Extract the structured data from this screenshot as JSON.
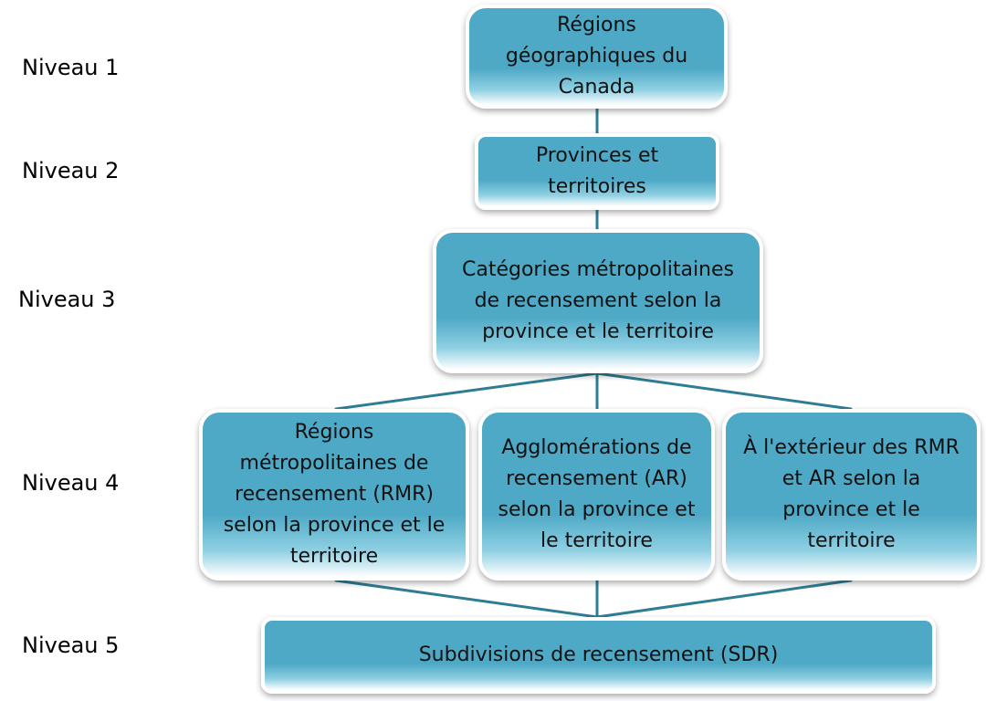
{
  "levels": [
    {
      "label": "Niveau 1"
    },
    {
      "label": "Niveau 2"
    },
    {
      "label": "Niveau 3"
    },
    {
      "label": "Niveau 4"
    },
    {
      "label": "Niveau 5"
    }
  ],
  "nodes": {
    "l1": "Régions géographiques du Canada",
    "l2": "Provinces et territoires",
    "l3": "Catégories métropolitaines de recensement selon la province et le territoire",
    "l4a": "Régions métropolitaines de recensement (RMR) selon la province et le territoire",
    "l4b": "Agglomérations de recensement (AR) selon la province et le territoire",
    "l4c": "À l'extérieur des RMR et AR selon la province et le territoire",
    "l5": "Subdivisions de recensement (SDR)"
  },
  "colors": {
    "node_fill": "#4ea9c6",
    "connector": "#2f7d93"
  }
}
